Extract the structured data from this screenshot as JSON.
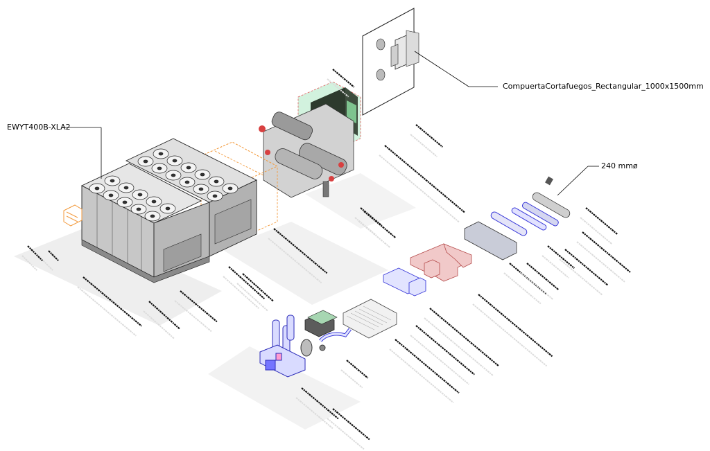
{
  "callouts": {
    "fire_damper": "CompuertaCortafuegos_Rectangular_1000x1500mm",
    "chiller": "EWYT400B-XLA2",
    "pipe_diameter": "240 mmø"
  },
  "colors": {
    "equipment_gray": "#d9d9d9",
    "selection_orange": "#f39a3c",
    "duct_red": "#e9a3a3",
    "pipe_blue": "#3b3bd9",
    "glass_green": "#9fe3b8",
    "panel_dark": "#2d3a2d"
  }
}
